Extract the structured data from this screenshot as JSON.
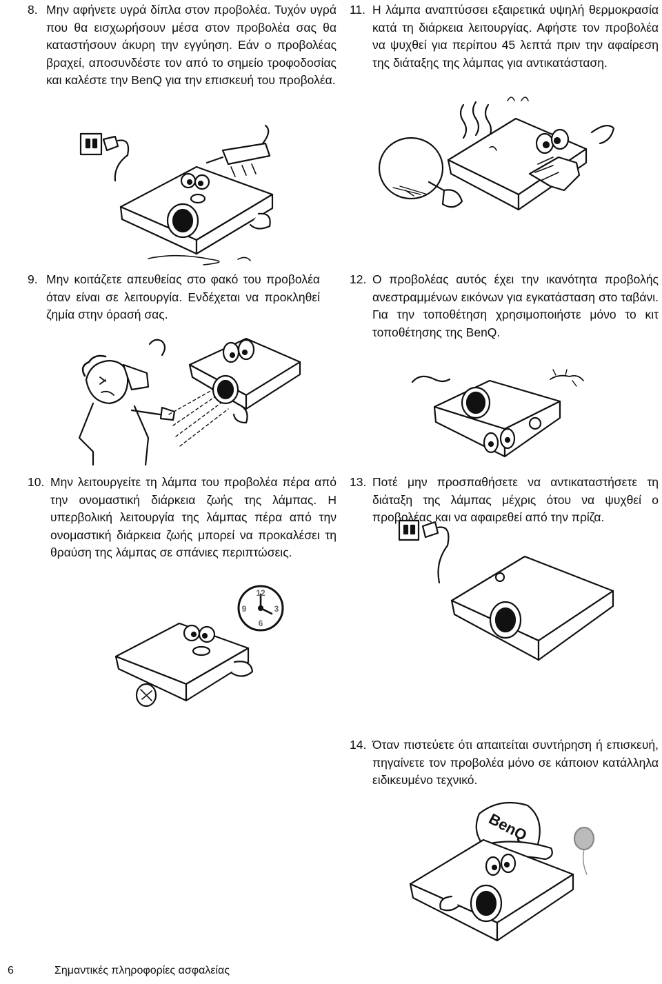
{
  "items": [
    {
      "number": "8.",
      "text": "Μην αφήνετε υγρά δίπλα στον προβολέα. Τυχόν υγρά που θα εισχωρήσουν μέσα στον προβολέα σας θα καταστήσουν άκυρη την εγγύηση. Εάν ο προβολέας βραχεί, αποσυνδέστε τον από το σημείο τροφοδοσίας και καλέστε την BenQ για την επισκευή του προβολέα."
    },
    {
      "number": "9.",
      "text": "Μην κοιτάζετε απευθείας στο φακό του προβολέα όταν είναι σε λειτουργία. Ενδέχεται να προκληθεί ζημία στην όρασή σας."
    },
    {
      "number": "10.",
      "text": "Μην λειτουργείτε τη λάμπα του προβολέα πέρα από την ονομαστική διάρκεια ζωής της λάμπας. Η υπερβολική λειτουργία της λάμπας πέρα από την ονομαστική διάρκεια ζωής μπορεί να προκαλέσει τη θραύση της λάμπας σε σπάνιες περιπτώσεις."
    },
    {
      "number": "11.",
      "text": "Η λάμπα αναπτύσσει εξαιρετικά υψηλή θερμοκρασία κατά τη διάρκεια λειτουργίας. Αφήστε τον προβολέα να ψυχθεί για περίπου 45 λεπτά πριν την αφαίρεση της διάταξης της λάμπας για αντικατάσταση."
    },
    {
      "number": "12.",
      "text": "Ο προβολέας αυτός έχει την ικανότητα προβολής ανεστραμμένων εικόνων για εγκατάσταση στο ταβάνι. Για την τοποθέτηση χρησιμοποιήστε μόνο το κιτ τοποθέτησης της BenQ."
    },
    {
      "number": "13.",
      "text": "Ποτέ μην προσπαθήσετε να αντικαταστήσετε τη διάταξη της λάμπας μέχρις ότου να ψυχθεί ο προβολέας και να αφαιρεθεί από την πρίζα."
    },
    {
      "number": "14.",
      "text": "Όταν πιστεύετε ότι απαιτείται συντήρηση ή επισκευή, πηγαίνετε τον προβολέα μόνο σε κάποιον κατάλληλα ειδικευμένο τεχνικό."
    }
  ],
  "clock": {
    "n12": "12",
    "n3": "3",
    "n6": "6",
    "n9": "9"
  },
  "brand_on_cap": "BenQ",
  "footer": {
    "page_number": "6",
    "section_title": "Σημαντικές πληροφορίες ασφαλείας"
  }
}
